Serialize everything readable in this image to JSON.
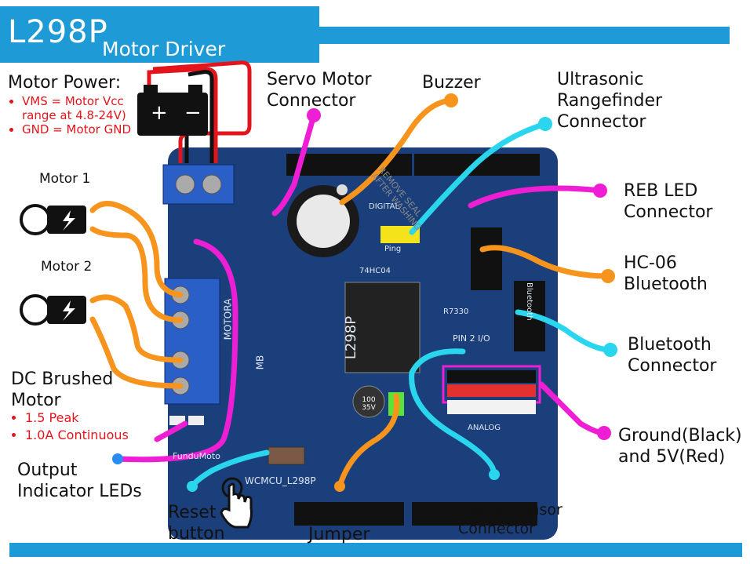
{
  "title": {
    "main": "L298P",
    "sub": "Motor Driver"
  },
  "motor_power": {
    "heading": "Motor Power:",
    "items": [
      "VMS = Motor Vcc range at 4.8-24V)",
      "GND = Motor GND"
    ]
  },
  "motors": {
    "motor1": "Motor 1",
    "motor2": "Motor 2"
  },
  "dc_motor": {
    "heading": "DC Brushed\nMotor",
    "items": [
      "1.5 Peak",
      "1.0A Continuous"
    ]
  },
  "labels": {
    "servo": "Servo Motor\nConnector",
    "buzzer": "Buzzer",
    "ultrasonic": "Ultrasonic\nRangefinder\nConnector",
    "reb_led": "REB LED\nConnector",
    "hc06": "HC-06\nBluetooth",
    "bluetooth": "Bluetooth\nConnector",
    "ground": "Ground(Black)\nand 5V(Red)",
    "output_leds": "Output\nIndicator LEDs",
    "reset": "Reset\nbutton",
    "power_jumper": "Power\nJumper",
    "digital_sensor": "Digital Sensor\nConnector"
  },
  "board_silkscreen": {
    "model": "L298P",
    "maker": "WCMCU_L298P",
    "motor_a": "MOTORA",
    "motor_b": "MB",
    "digital": "DIGITAL",
    "analog": "ANALOG",
    "bluetooth": "Bluetooth",
    "ping": "Ping",
    "chip": "74HC04",
    "pin": "PIN 2 I/O",
    "resistor": "R7330",
    "capacitor": "100 35V",
    "funduino": "FunduMoto",
    "buzzer_sticker": "REMOVE SEAL AFTER WASHING"
  },
  "colors": {
    "accent": "#1e9ad6",
    "orange": "#f7941d",
    "magenta": "#ee1ed4",
    "cyan": "#29d6ee",
    "red": "#e3141b",
    "board": "#1b3f7a"
  }
}
